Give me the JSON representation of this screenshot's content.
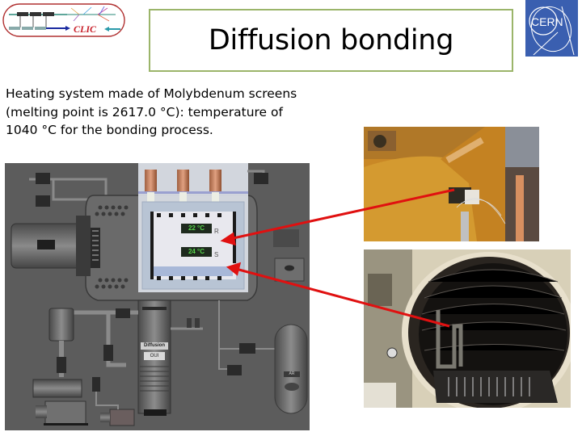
{
  "slide": {
    "title": "Diffusion bonding",
    "body_lines": [
      "Heating system made of Molybdenum screens",
      "(melting point is 2617.0 °C):  temperature of",
      "1040 °C for the bonding process."
    ]
  },
  "logos": {
    "left": {
      "name": "clic-logo",
      "text": "CLIC"
    },
    "right": {
      "name": "cern-logo",
      "text": "CERN",
      "color": "#3a5fb0"
    }
  },
  "diagram": {
    "description": "Vacuum furnace schematic",
    "readouts": [
      {
        "value": "22 °C",
        "label": "R"
      },
      {
        "value": "24 °C",
        "label": "S"
      }
    ],
    "pump_label": "Diffusion",
    "pump_state": "OUI",
    "tank_label": "AR"
  },
  "photos": [
    {
      "name": "furnace-exterior-photo"
    },
    {
      "name": "furnace-interior-photo"
    }
  ],
  "colors": {
    "title_border": "#9bb56a",
    "arrow": "#e01010",
    "cern_blue": "#3a5fb0",
    "clic_red": "#c8202a"
  }
}
